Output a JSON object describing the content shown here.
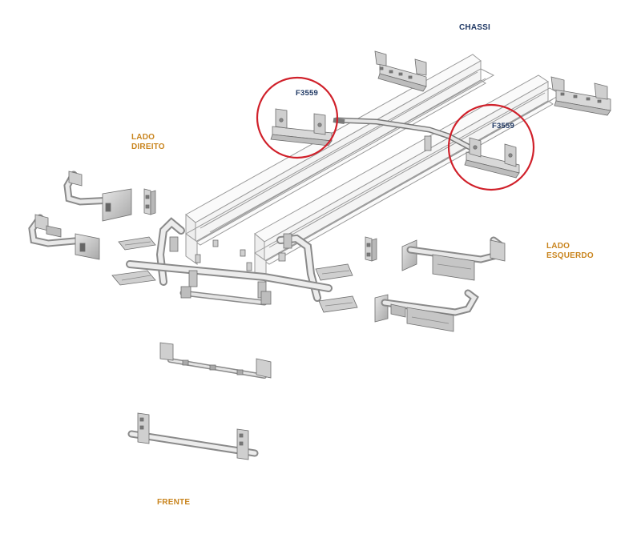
{
  "labels": {
    "chassi": "CHASSI",
    "lado_direito": "LADO\nDIREITO",
    "lado_esquerdo": "LADO\nESQUERDO",
    "frente": "FRENTE"
  },
  "callouts": [
    {
      "code": "F3559"
    },
    {
      "code": "F3559"
    }
  ],
  "colors": {
    "label_navy": "#1f3864",
    "label_orange": "#c9851f",
    "highlight_circle": "#d0202a",
    "part_fill": "#d8d8d8",
    "part_stroke": "#6e6e6e",
    "chassis_stroke": "#9a9a9a"
  }
}
